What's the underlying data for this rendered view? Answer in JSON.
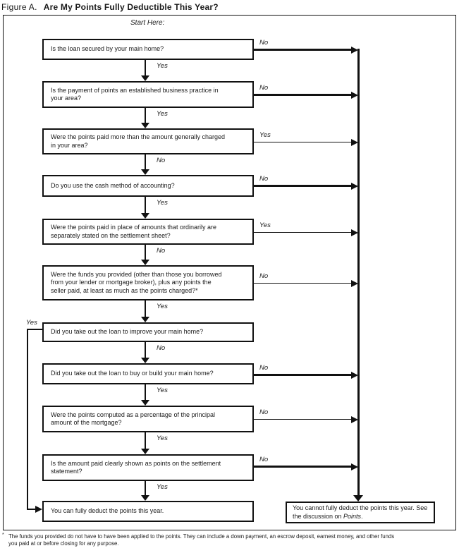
{
  "title": {
    "prefix": "Figure A.",
    "main": "Are My Points Fully Deductible This Year?"
  },
  "start_label": "Start Here:",
  "flow": {
    "questions": [
      {
        "lines": [
          "Is the loan secured by your main home?"
        ],
        "right": "No",
        "down": "Yes"
      },
      {
        "lines": [
          "Is the payment of points an established business practice in",
          "your area?"
        ],
        "right": "No",
        "down": "Yes"
      },
      {
        "lines": [
          "Were the points paid more than the amount generally charged",
          "in your area?"
        ],
        "right": "Yes",
        "down": "No"
      },
      {
        "lines": [
          "Do you use the cash method of accounting?"
        ],
        "right": "No",
        "down": "Yes"
      },
      {
        "lines": [
          "Were the points paid in place of amounts that ordinarily are",
          "separately stated on the settlement sheet?"
        ],
        "right": "Yes",
        "down": "No"
      },
      {
        "lines": [
          "Were the funds you provided (other than those you borrowed",
          "from your lender or mortgage broker), plus any points the",
          "seller paid, at least as much as the points charged?*"
        ],
        "right": "No",
        "down": "Yes"
      },
      {
        "lines": [
          "Did you take out the loan to improve your main home?"
        ],
        "left": "Yes",
        "down": "No"
      },
      {
        "lines": [
          "Did you take out the loan to buy or build your main home?"
        ],
        "right": "No",
        "down": "Yes"
      },
      {
        "lines": [
          "Were the points computed as a percentage of the principal",
          "amount of the mortgage?"
        ],
        "right": "No",
        "down": "Yes"
      },
      {
        "lines": [
          "Is the amount paid clearly shown as points on the settlement",
          "statement?"
        ],
        "right": "No",
        "down": "Yes"
      }
    ]
  },
  "terminals": {
    "deduct": "You can fully deduct the points this year.",
    "no_deduct": {
      "before": "You cannot fully deduct the points this year. See the discussion on ",
      "italic_word": "Points",
      "after": "."
    }
  },
  "footnote": {
    "marker": "*",
    "line1": "The funds you provided do not have to have been applied to the points. They can include a down payment, an escrow deposit, earnest money, and other funds",
    "line2": "you paid at or before closing for any purpose."
  },
  "colors": {
    "ink": "#111111",
    "background": "#ffffff"
  }
}
